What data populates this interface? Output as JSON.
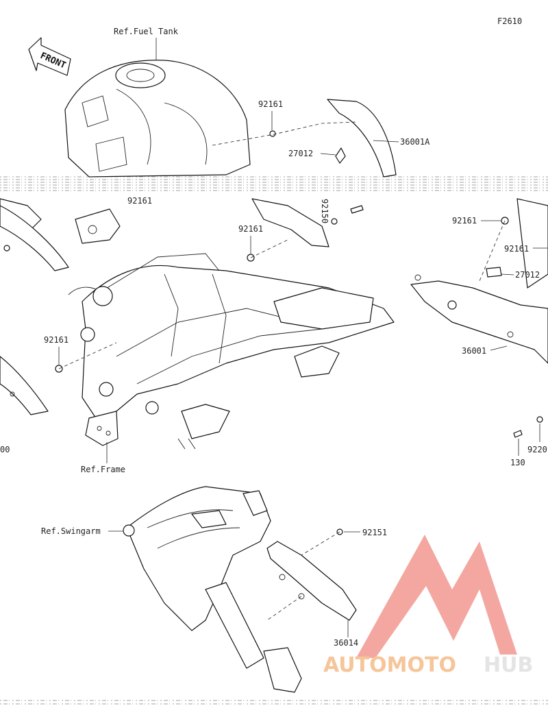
{
  "diagram_id": "F2610",
  "front_label": "FRONT",
  "refs": {
    "fuel_tank": "Ref.Fuel Tank",
    "frame": "Ref.Frame",
    "swingarm": "Ref.Swingarm"
  },
  "parts": {
    "p92161_a": "92161",
    "p27012_a": "27012",
    "p36001A": "36001A",
    "p92161_b": "92161",
    "p92161_c": "92161",
    "p92161_d": "92161",
    "p92161_e": "92161",
    "p92161_f": "92161",
    "p27012_b": "27012",
    "p36001": "36001",
    "p130": "130",
    "p9220": "9220",
    "p92151": "92151",
    "p36014": "36014",
    "p00": "00",
    "p92150_partial": "92150"
  },
  "watermark": {
    "part1": "AUTOMOTO",
    "part2": "HUB",
    "accent_color": "#f4a7a0",
    "text_color_a": "#f6c59a",
    "text_color_b": "#e4e4e4"
  }
}
